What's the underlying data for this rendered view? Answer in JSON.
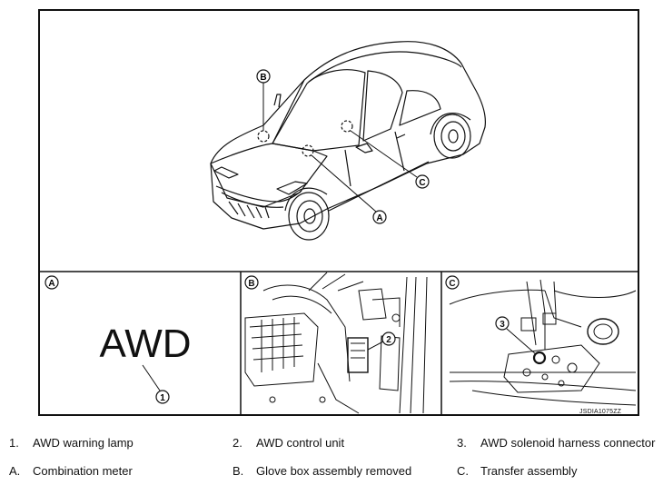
{
  "figure": {
    "callouts": {
      "a": "A",
      "b": "B",
      "c": "C",
      "n1": "1",
      "n2": "2",
      "n3": "3"
    },
    "panel_a_text": "AWD",
    "image_code": "JSDIA1075ZZ"
  },
  "legend": {
    "row1": [
      {
        "num": "1.",
        "text": "AWD warning lamp"
      },
      {
        "num": "2.",
        "text": "AWD control unit"
      },
      {
        "num": "3.",
        "text": "AWD solenoid harness connector"
      }
    ],
    "row2": [
      {
        "num": "A.",
        "text": "Combination meter"
      },
      {
        "num": "B.",
        "text": "Glove box assembly removed"
      },
      {
        "num": "C.",
        "text": "Transfer assembly"
      }
    ]
  }
}
